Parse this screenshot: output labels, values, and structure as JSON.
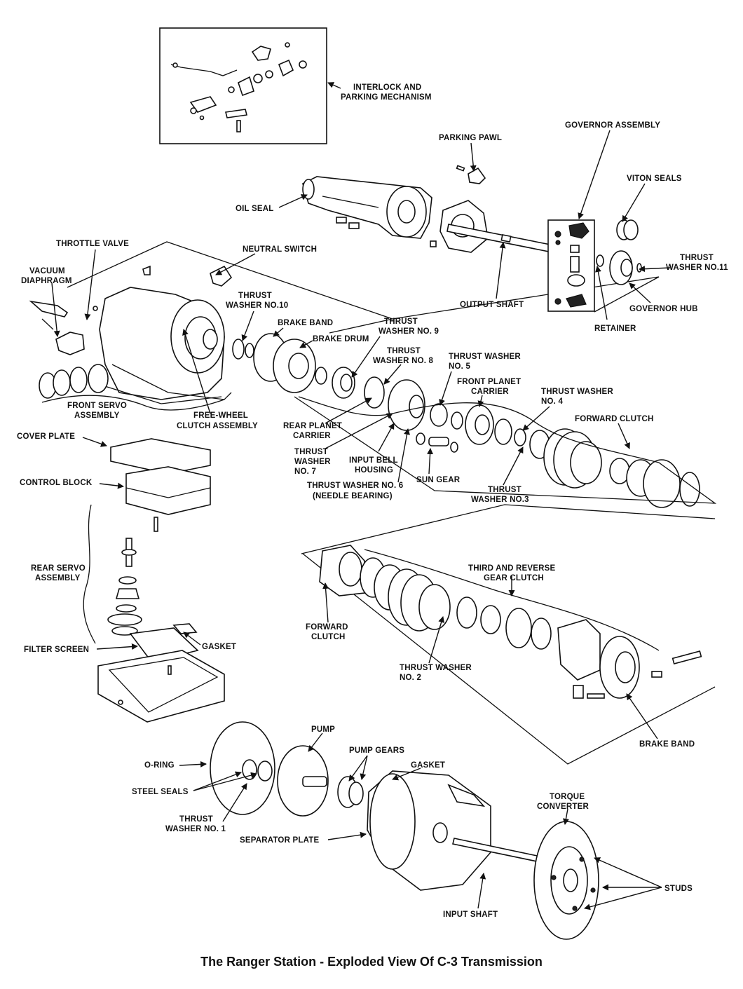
{
  "caption": "The Ranger Station - Exploded View Of C-3 Transmission",
  "labels": {
    "interlock_1": "INTERLOCK AND",
    "interlock_2": "PARKING MECHANISM",
    "parking_pawl": "PARKING PAWL",
    "governor_assembly": "GOVERNOR ASSEMBLY",
    "viton_seals": "VITON SEALS",
    "oil_seal": "OIL SEAL",
    "thrust_washer_11_1": "THRUST",
    "thrust_washer_11_2": "WASHER NO.11",
    "throttle_valve": "THROTTLE VALVE",
    "neutral_switch": "NEUTRAL SWITCH",
    "vacuum_1": "VACUUM",
    "vacuum_2": "DIAPHRAGM",
    "output_shaft": "OUTPUT SHAFT",
    "governor_hub": "GOVERNOR HUB",
    "tw10_1": "THRUST",
    "tw10_2": "WASHER NO.10",
    "retainer": "RETAINER",
    "brake_band_top": "BRAKE BAND",
    "tw9_1": "THRUST",
    "tw9_2": "WASHER NO. 9",
    "brake_drum": "BRAKE DRUM",
    "tw8_1": "THRUST",
    "tw8_2": "WASHER NO. 8",
    "tw5_1": "THRUST WASHER",
    "tw5_2": "NO. 5",
    "fpc_1": "FRONT PLANET",
    "fpc_2": "CARRIER",
    "tw4_1": "THRUST WASHER",
    "tw4_2": "NO. 4",
    "front_servo_1": "FRONT SERVO",
    "front_servo_2": "ASSEMBLY",
    "freewheel_1": "FREE-WHEEL",
    "freewheel_2": "CLUTCH ASSEMBLY",
    "rpc_1": "REAR PLANET",
    "rpc_2": "CARRIER",
    "forward_clutch_top": "FORWARD CLUTCH",
    "cover_plate": "COVER PLATE",
    "tw7_1": "THRUST",
    "tw7_2": "WASHER",
    "tw7_3": "NO. 7",
    "ibh_1": "INPUT BELL",
    "ibh_2": "HOUSING",
    "control_block": "CONTROL BLOCK",
    "sun_gear": "SUN GEAR",
    "tw3_1": "THRUST",
    "tw3_2": "WASHER NO.3",
    "tw6_1": "THRUST WASHER NO. 6",
    "tw6_2": "(NEEDLE BEARING)",
    "rear_servo_1": "REAR SERVO",
    "rear_servo_2": "ASSEMBLY",
    "third_rev_1": "THIRD AND REVERSE",
    "third_rev_2": "GEAR CLUTCH",
    "forward_clutch_mid_1": "FORWARD",
    "forward_clutch_mid_2": "CLUTCH",
    "filter_screen": "FILTER SCREEN",
    "gasket_left": "GASKET",
    "tw2_1": "THRUST WASHER",
    "tw2_2": "NO. 2",
    "brake_band_mid": "BRAKE BAND",
    "pump": "PUMP",
    "pump_gears": "PUMP GEARS",
    "gasket_bottom": "GASKET",
    "o_ring": "O-RING",
    "torque_1": "TORQUE",
    "torque_2": "CONVERTER",
    "steel_seals": "STEEL SEALS",
    "tw1_1": "THRUST",
    "tw1_2": "WASHER NO. 1",
    "separator_plate": "SEPARATOR PLATE",
    "studs": "STUDS",
    "input_shaft": "INPUT SHAFT"
  }
}
